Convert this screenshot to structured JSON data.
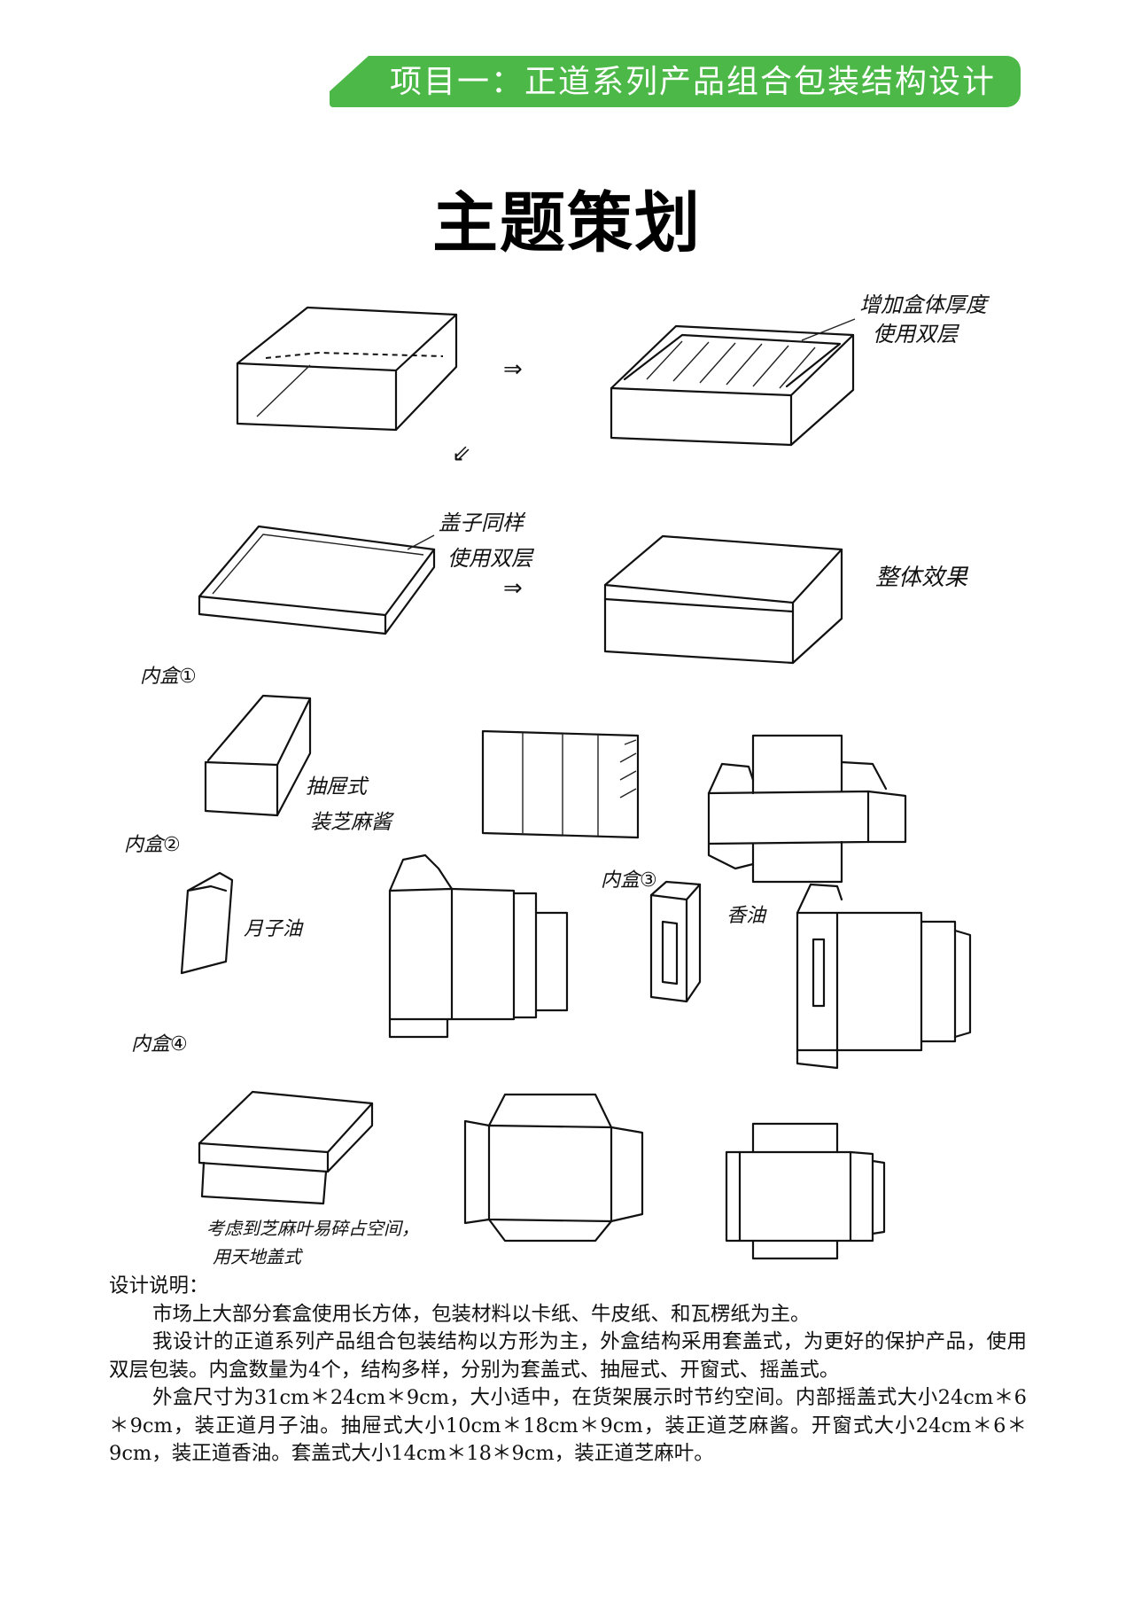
{
  "header": {
    "banner_text": "项目一：正道系列产品组合包装结构设计",
    "banner_color": "#4cb848"
  },
  "page_title": "主题策划",
  "sketch": {
    "note_outer_wall": [
      "增加盒体厚度",
      "使用双层"
    ],
    "note_lid": [
      "盖子同样",
      "使用双层"
    ],
    "note_whole": "整体效果",
    "label_inner1": "内盒①",
    "note_inner1": [
      "抽屉式",
      "装芝麻酱"
    ],
    "label_inner2": "内盒②",
    "note_inner2": "月子油",
    "label_inner3": "内盒③",
    "note_inner3": "香油",
    "label_inner4": "内盒④",
    "note_inner4": [
      "考虑到芝麻叶易碎占空间，",
      "用天地盖式"
    ],
    "arrow_right": "⇒",
    "arrow_down": "⇙"
  },
  "description": {
    "heading": "设计说明：",
    "paragraphs": [
      "市场上大部分套盒使用长方体，包装材料以卡纸、牛皮纸、和瓦楞纸为主。",
      "我设计的正道系列产品组合包装结构以方形为主，外盒结构采用套盖式，为更好的保护产品，使用双层包装。内盒数量为4个，结构多样，分别为套盖式、抽屉式、开窗式、摇盖式。",
      "外盒尺寸为31cm＊24cm＊9cm，大小适中，在货架展示时节约空间。内部摇盖式大小24cm＊6＊9cm，装正道月子油。抽屉式大小10cm＊18cm＊9cm，装正道芝麻酱。开窗式大小24cm＊6＊9cm，装正道香油。套盖式大小14cm＊18＊9cm，装正道芝麻叶。"
    ]
  }
}
